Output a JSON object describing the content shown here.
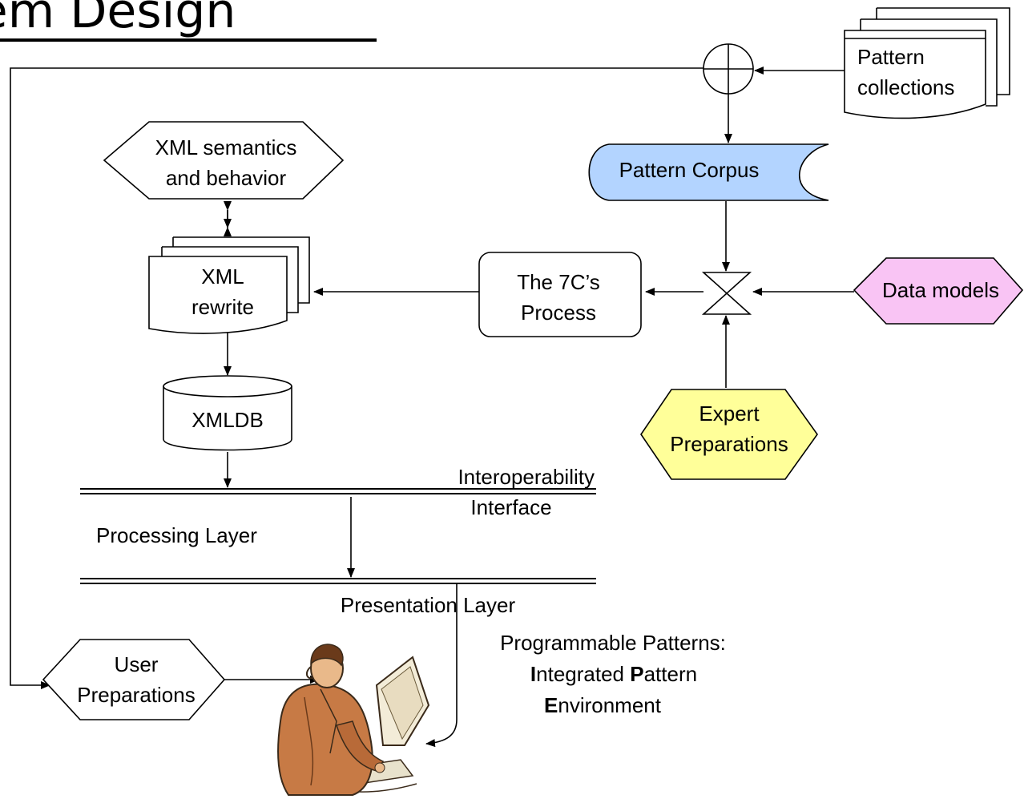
{
  "title": "stem Design",
  "nodes": {
    "pattern_collections": {
      "line1": "Pattern",
      "line2": "collections"
    },
    "pattern_corpus": {
      "label": "Pattern Corpus",
      "fill": "#b3d4ff"
    },
    "xml_semantics": {
      "line1": "XML semantics",
      "line2": "and behavior"
    },
    "xml_rewrite": {
      "line1": "XML",
      "line2": "rewrite"
    },
    "process_7c": {
      "line1": "The 7C’s",
      "line2": "Process"
    },
    "data_models": {
      "label": "Data models",
      "fill": "#f9c4f4"
    },
    "expert_preparations": {
      "line1": "Expert",
      "line2": "Preparations",
      "fill": "#ffff99"
    },
    "xmldb": {
      "label": "XMLDB"
    },
    "user_preparations": {
      "line1": "User",
      "line2": "Preparations"
    }
  },
  "layers": {
    "interoperability_line1": "Interoperability",
    "interoperability_line2": "Interface",
    "processing": "Processing Layer",
    "presentation": "Presentation Layer"
  },
  "caption": {
    "line1": "Programmable Patterns:",
    "line2_b1": "I",
    "line2_t1": "ntegrated ",
    "line2_b2": "P",
    "line2_t2": "attern",
    "line3_b1": "E",
    "line3_t1": "nvironment"
  },
  "clipart": {
    "icon": "person-at-computer-icon"
  }
}
